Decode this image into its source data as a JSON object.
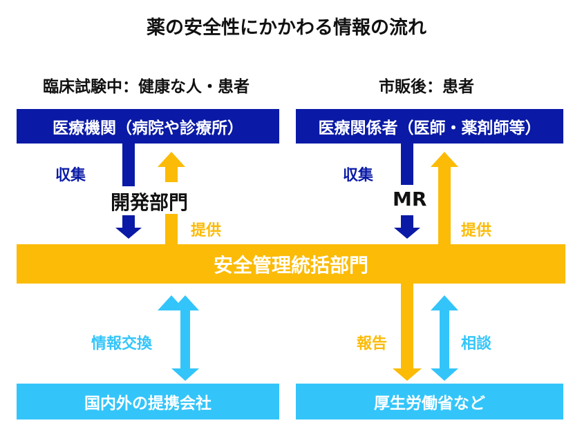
{
  "title": "薬の安全性にかかわる情報の流れ",
  "left": {
    "heading": "臨床試験中：健康な人・患者",
    "top_box": "医療機関（病院や診療所）",
    "collect_label": "収集",
    "provide_label": "提供",
    "center_label": "開発部門"
  },
  "right": {
    "heading": "市販後：患者",
    "top_box": "医療関係者（医師・薬剤師等）",
    "collect_label": "収集",
    "provide_label": "提供",
    "center_label": "MR"
  },
  "middle_box": "安全管理統括部門",
  "bottom": {
    "exchange_label": "情報交換",
    "report_label": "報告",
    "consult_label": "相談",
    "left_box": "国内外の提携会社",
    "right_box": "厚生労働省など"
  },
  "colors": {
    "navy": "#0a1aa6",
    "gold": "#fbbb07",
    "sky": "#33c5fa"
  }
}
